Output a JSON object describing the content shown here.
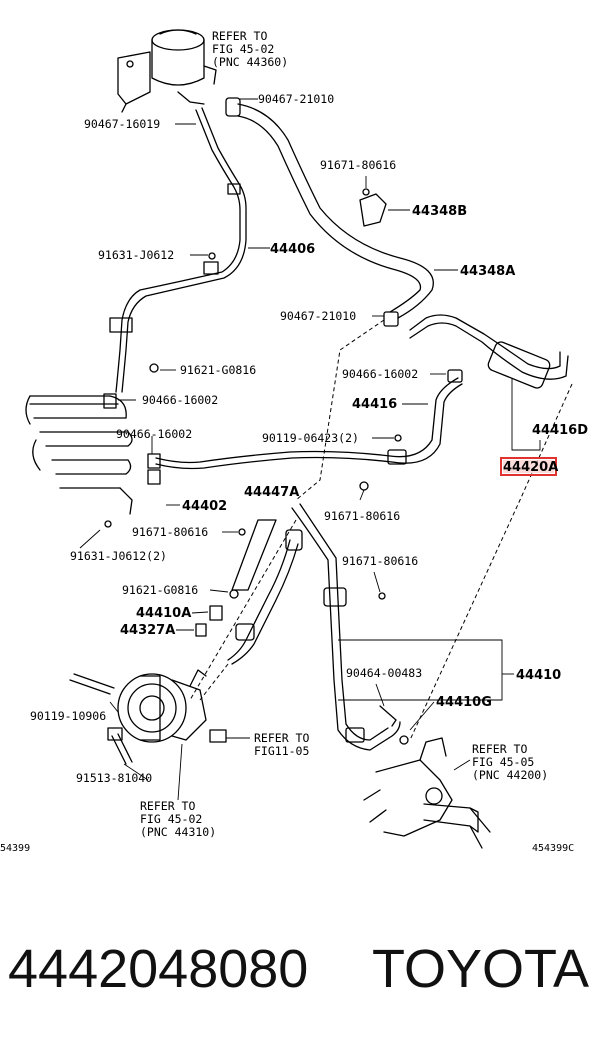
{
  "diagram": {
    "labels": {
      "refer_reservoir": [
        "REFER TO",
        "FIG 45-02",
        "(PNC 44360)"
      ],
      "p90467_21010_a": "90467-21010",
      "p90467_16019": "90467-16019",
      "p91671_80616_a": "91671-80616",
      "p44348B": "44348B",
      "p91631_J0612": "91631-J0612",
      "p44406": "44406",
      "p44348A": "44348A",
      "p90467_21010_b": "90467-21010",
      "p91621_G0816_a": "91621-G0816",
      "p90466_16002_a": "90466-16002",
      "p90466_16002_b": "90466-16002",
      "p44416": "44416",
      "p44416D": "44416D",
      "p90466_16002_c": "90466-16002",
      "p90119_06423": "90119-06423(2)",
      "p44420A": "44420A",
      "p44402": "44402",
      "p44447A": "44447A",
      "p91671_80616_b": "91671-80616",
      "p91671_80616_c": "91671-80616",
      "p91631_J0612_2": "91631-J0612(2)",
      "p91671_80616_d": "91671-80616",
      "p91621_G0816_b": "91621-G0816",
      "p44410A": "44410A",
      "p44327A": "44327A",
      "p44410": "44410",
      "p90464_00483": "90464-00483",
      "p90119_10906": "90119-10906",
      "p44410G": "44410G",
      "refer_fig11": [
        "REFER TO",
        "FIG11-05"
      ],
      "refer_gear": [
        "REFER TO",
        "FIG 45-05",
        "(PNC 44200)"
      ],
      "p91513_81040": "91513-81040",
      "refer_pump": [
        "REFER TO",
        "FIG 45-02",
        "(PNC 44310)"
      ],
      "code_left": "54399",
      "code_right": "454399C"
    },
    "highlight_color": "#e0322f"
  },
  "footer": {
    "part_number": "4442048080",
    "brand": "TOYOTA"
  }
}
